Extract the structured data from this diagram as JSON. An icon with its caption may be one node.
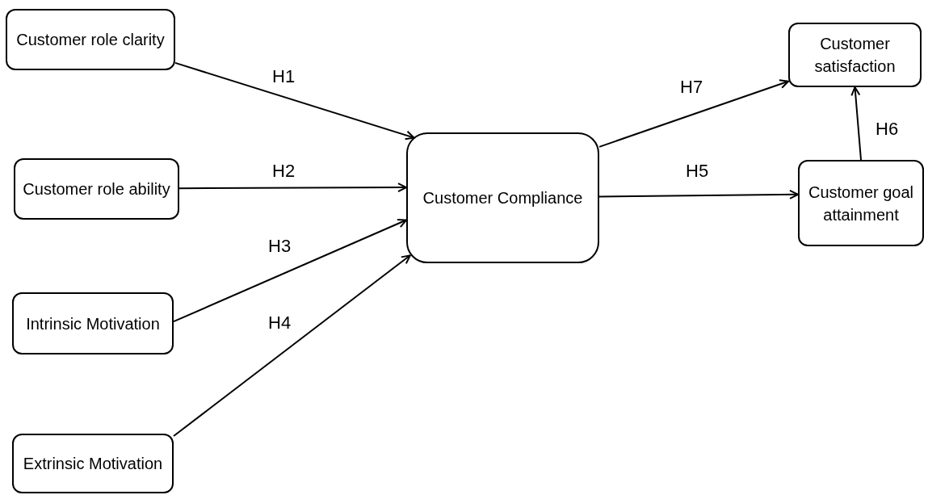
{
  "diagram": {
    "nodes": [
      {
        "text": [
          "Customer role clarity"
        ]
      },
      {
        "text": [
          "Customer role ability"
        ]
      },
      {
        "text": [
          "Intrinsic Motivation"
        ]
      },
      {
        "text": [
          "Extrinsic Motivation"
        ]
      },
      {
        "text": [
          "Customer Compliance"
        ]
      },
      {
        "text": [
          "Customer satisfaction"
        ]
      },
      {
        "text": [
          "Customer goal attainment"
        ]
      }
    ],
    "edges": [
      {
        "from": 0,
        "to": 4,
        "arrow": "to",
        "label": "H1"
      },
      {
        "from": 1,
        "to": 4,
        "arrow": "to",
        "label": "H2"
      },
      {
        "from": 2,
        "to": 4,
        "arrow": "to",
        "label": "H3"
      },
      {
        "from": 3,
        "to": 4,
        "arrow": "to",
        "label": "H4"
      },
      {
        "from": 4,
        "to": 6,
        "arrow": "to",
        "label": "H5"
      },
      {
        "from": 6,
        "to": 5,
        "arrow": "to",
        "label": "H6"
      },
      {
        "from": 4,
        "to": 5,
        "arrow": "to",
        "label": "H7"
      }
    ]
  }
}
